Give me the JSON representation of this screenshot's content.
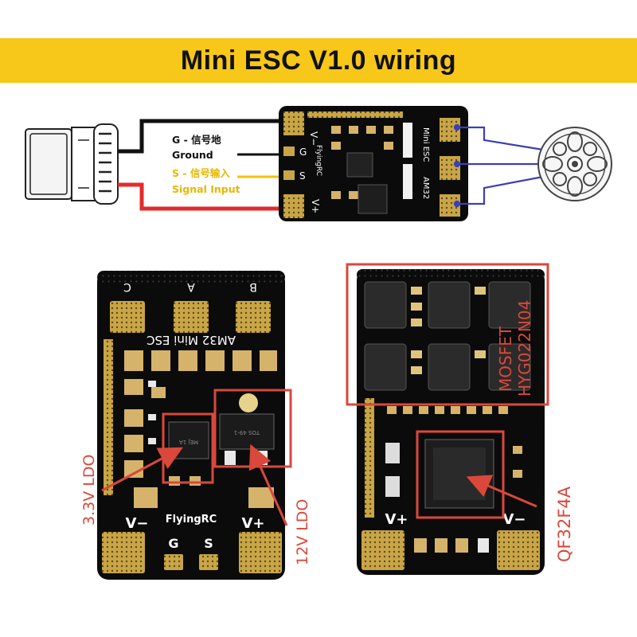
{
  "banner": {
    "title": "Mini ESC V1.0  wiring"
  },
  "wiring": {
    "ground_cn": "G - 信号地",
    "ground_en": "Ground",
    "signal_cn": "S - 信号输入",
    "signal_en": "Signal Input",
    "pad_vminus": "V−",
    "pad_g": "G",
    "pad_s": "S",
    "pad_vplus": "V+",
    "board_brand": "FlyingRC",
    "board_name": "Mini ESC",
    "board_fw": "AM32"
  },
  "front_board": {
    "pad_c": "C",
    "pad_a": "A",
    "pad_b": "B",
    "silk_title": "AM32 Mini ESC",
    "pad_vminus": "V−",
    "pad_vplus": "V+",
    "pad_g": "G",
    "pad_s": "S",
    "brand": "FlyingRC",
    "ldo_chip_text": "MEJ 1A",
    "reg_chip_text": "TOS 49-1",
    "label_33v": "3.3V LDO",
    "label_12v": "12V LDO"
  },
  "back_board": {
    "pad_vplus": "V+",
    "pad_vminus": "V−",
    "mosfet_label_1": "MOSFET",
    "mosfet_label_2": "HYG022N04",
    "mcu_label": "QF32F4A"
  },
  "colors": {
    "banner": "#f7c71a",
    "callout_red": "#d9483b",
    "wire_red": "#e32b2b",
    "wire_yellow": "#f2c200",
    "wire_blue": "#3b3fb8",
    "signal_text": "#e6b800",
    "board_black": "#0b0b0b",
    "gold": "#c9a545"
  }
}
